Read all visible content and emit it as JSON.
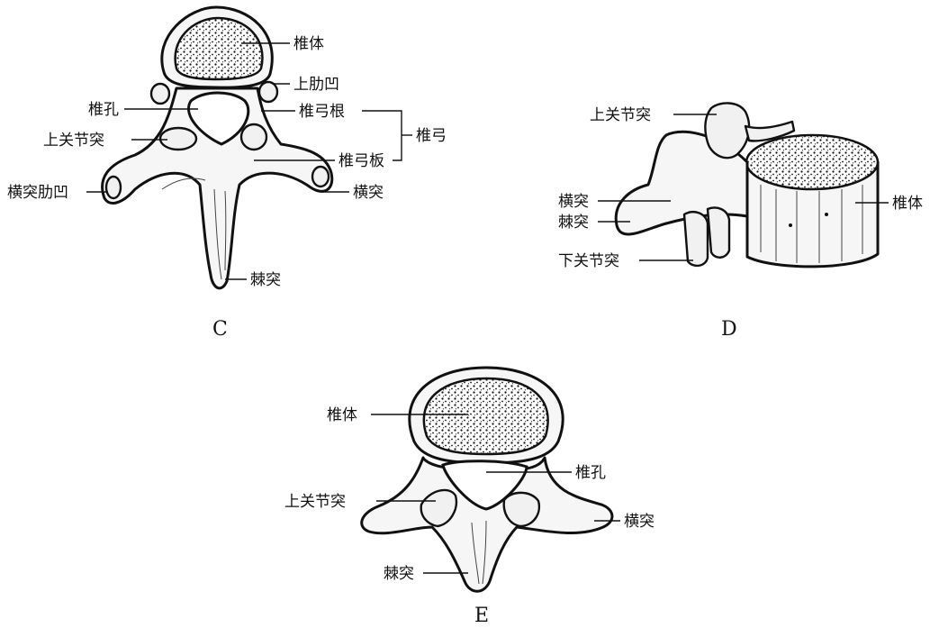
{
  "panels": {
    "C": {
      "caption": "C",
      "labels": {
        "body": "椎体",
        "sup_costal_fovea": "上肋凹",
        "foramen": "椎孔",
        "pedicle": "椎弓根",
        "arch": "椎弓",
        "sup_articular": "上关节突",
        "lamina": "椎弓板",
        "transverse_costal_fovea": "横突肋凹",
        "transverse": "横突",
        "spinous": "棘突"
      }
    },
    "D": {
      "caption": "D",
      "labels": {
        "sup_articular": "上关节突",
        "transverse": "横突",
        "body": "椎体",
        "spinous": "棘突",
        "inf_articular": "下关节突"
      }
    },
    "E": {
      "caption": "E",
      "labels": {
        "body": "椎体",
        "foramen": "椎孔",
        "sup_articular": "上关节突",
        "transverse": "横突",
        "spinous": "棘突"
      }
    }
  }
}
